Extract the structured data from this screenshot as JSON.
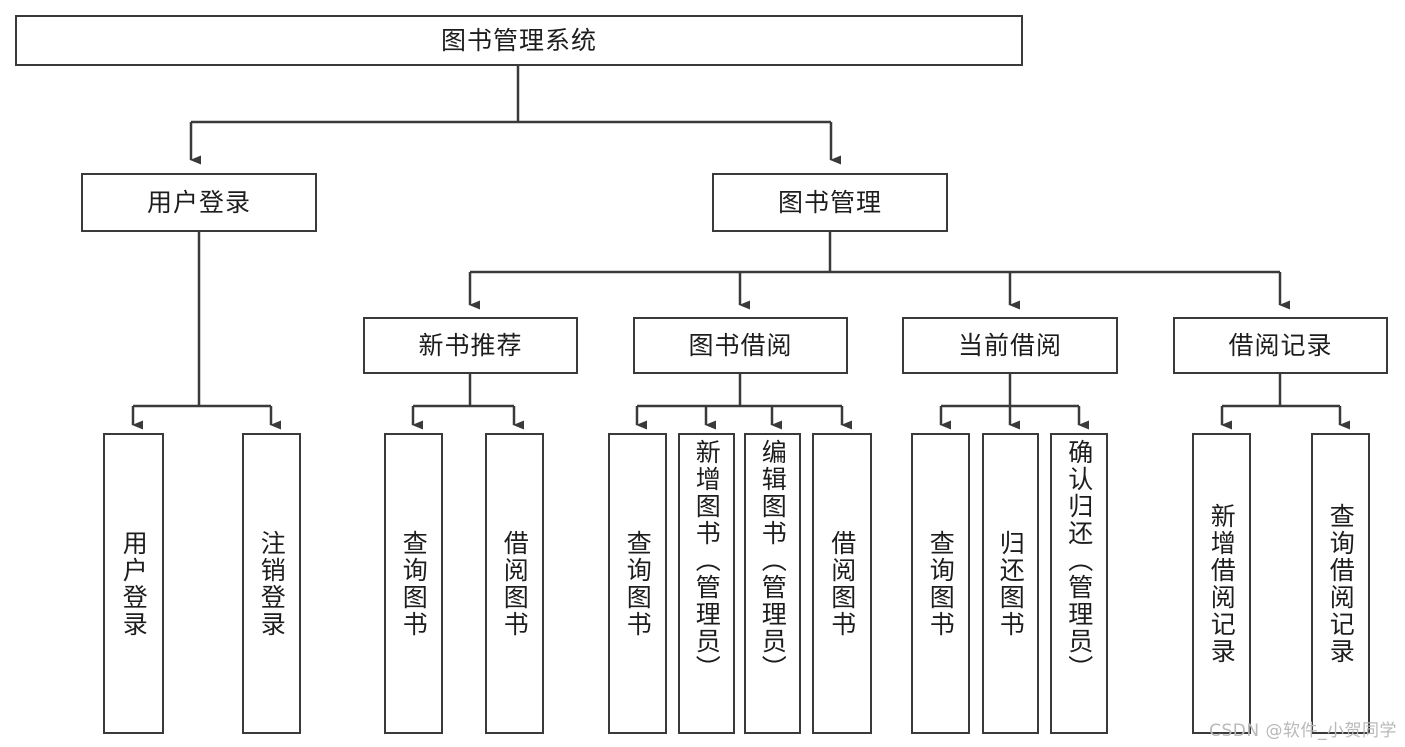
{
  "diagram": {
    "title": "图书管理系统",
    "type": "tree",
    "orientation": "top-down",
    "line_color": "#3a3a3a",
    "box_fill": "#ffffff",
    "text_color": "#1d1d1d",
    "root": {
      "id": "root",
      "label": "图书管理系统",
      "text_direction": "horizontal"
    },
    "level2": [
      {
        "id": "user-login",
        "label": "用户登录",
        "text_direction": "horizontal",
        "children": [
          {
            "id": "user-login-do",
            "label": "用户登录",
            "text_direction": "vertical"
          },
          {
            "id": "user-logout",
            "label": "注销登录",
            "text_direction": "vertical"
          }
        ]
      },
      {
        "id": "book-manage",
        "label": "图书管理",
        "text_direction": "horizontal",
        "children": [
          {
            "id": "new-book-recommend",
            "label": "新书推荐",
            "text_direction": "horizontal",
            "children": [
              {
                "id": "query-book-1",
                "label": "查询图书",
                "text_direction": "vertical"
              },
              {
                "id": "borrow-book-1",
                "label": "借阅图书",
                "text_direction": "vertical"
              }
            ]
          },
          {
            "id": "book-borrow",
            "label": "图书借阅",
            "text_direction": "horizontal",
            "children": [
              {
                "id": "query-book-2",
                "label": "查询图书",
                "text_direction": "vertical"
              },
              {
                "id": "add-book-admin",
                "label": "新增图书（管理员）",
                "text_direction": "vertical"
              },
              {
                "id": "edit-book-admin",
                "label": "编辑图书（管理员）",
                "text_direction": "vertical"
              },
              {
                "id": "borrow-book-2",
                "label": "借阅图书",
                "text_direction": "vertical"
              }
            ]
          },
          {
            "id": "current-borrow",
            "label": "当前借阅",
            "text_direction": "horizontal",
            "children": [
              {
                "id": "query-book-3",
                "label": "查询图书",
                "text_direction": "vertical"
              },
              {
                "id": "return-book",
                "label": "归还图书",
                "text_direction": "vertical"
              },
              {
                "id": "confirm-return-admin",
                "label": "确认归还（管理员）",
                "text_direction": "vertical"
              }
            ]
          },
          {
            "id": "borrow-record",
            "label": "借阅记录",
            "text_direction": "horizontal",
            "children": [
              {
                "id": "add-borrow-record",
                "label": "新增借阅记录",
                "text_direction": "vertical"
              },
              {
                "id": "query-borrow-record",
                "label": "查询借阅记录",
                "text_direction": "vertical"
              }
            ]
          }
        ]
      }
    ]
  },
  "watermark": {
    "text": "CSDN @软件_小贺同学"
  }
}
